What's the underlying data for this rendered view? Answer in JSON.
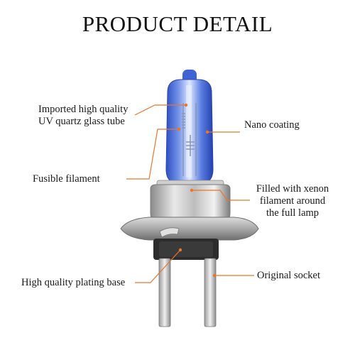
{
  "title": "PRODUCT DETAIL",
  "callouts": {
    "uv_glass": [
      "Imported high quality",
      "UV quartz glass tube"
    ],
    "nano_coating": "Nano coating",
    "fusible_filament": "Fusible filament",
    "xenon": [
      "Filled with xenon",
      "filament around",
      "the full lamp"
    ],
    "plating_base": "High quality plating base",
    "socket": "Original socket"
  },
  "colors": {
    "leader_line": "#e8762c",
    "glass_blue": "#4a6fd6",
    "text": "#1a1a1a"
  }
}
